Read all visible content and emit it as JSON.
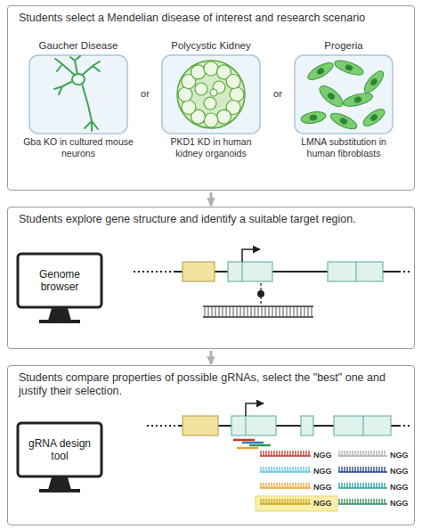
{
  "diagram": {
    "nodes": [
      {
        "text": [
          "Students select a Mendelian disease of interest and research scenario"
        ]
      },
      {
        "text": [
          "Gaucher Disease",
          "Gba KO in cultured mouse neurons"
        ],
        "in": 0
      },
      {
        "text": [
          "Polycystic Kidney",
          "PKD1 KD in human kidney organoids"
        ],
        "in": 0
      },
      {
        "text": [
          "Progeria",
          "LMNA substitution in human fibroblasts"
        ],
        "in": 0
      },
      {
        "text": [
          "Students explore gene structure and identify a suitable target region."
        ]
      },
      {
        "text": [
          "Genome browser"
        ],
        "in": 4
      },
      {
        "text": [
          "Students compare properties of possible gRNAs, select the \"best\" one and justify their selection."
        ]
      },
      {
        "text": [
          "gRNA design tool"
        ],
        "in": 6
      }
    ],
    "edges": [
      {
        "from": 0,
        "to": 4,
        "arrow": "to"
      },
      {
        "from": 4,
        "to": 6,
        "arrow": "to"
      }
    ],
    "labels": [
      "or",
      "or",
      "NGG",
      "NGG",
      "NGG",
      "NGG",
      "NGG",
      "NGG",
      "NGG",
      "NGG"
    ]
  }
}
